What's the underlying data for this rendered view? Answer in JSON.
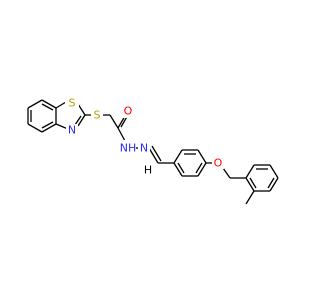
{
  "molecule": {
    "atom_labels": {
      "s_thiazole": "S",
      "n_thiazole": "N",
      "s_thioether": "S",
      "o_carbonyl": "O",
      "nh_hydrazide": "NH",
      "n_imine": "N",
      "o_ether": "O",
      "h_imine": "H"
    }
  },
  "colors": {
    "bond": "#000000",
    "sulfur": "#b5a000",
    "nitrogen": "#2a2aff",
    "oxygen": "#ff0000",
    "carbon": "#000000"
  }
}
